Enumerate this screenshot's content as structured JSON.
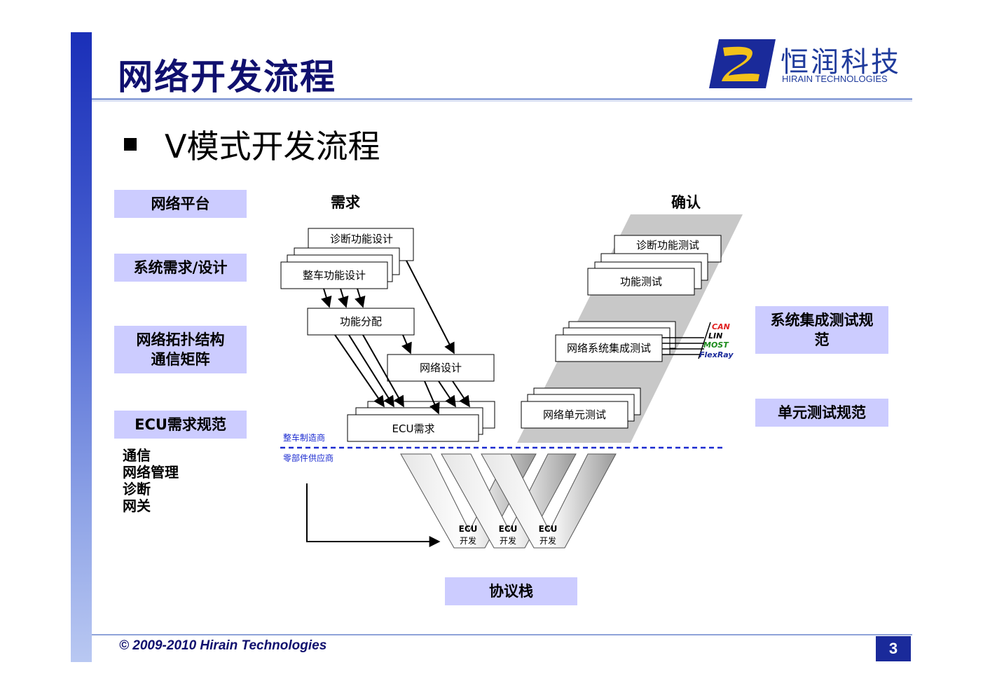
{
  "header": {
    "title": "网络开发流程",
    "subtitle": "V模式开发流程",
    "logo_name": "恒润科技",
    "logo_sub": "HIRAIN TECHNOLOGIES"
  },
  "left_column": {
    "network_platform": "网络平台",
    "system_req_line1": "系统需求/设计",
    "topology_line1": "网络拓扑结构",
    "topology_line2": "通信矩阵",
    "ecu_req_spec": "ECU需求规范",
    "items": [
      "通信",
      "网络管理",
      "诊断",
      "网关"
    ]
  },
  "right_column": {
    "sys_integration_line1": "系统集成测试规",
    "sys_integration_line2": "范",
    "unit_test_spec": "单元测试规范"
  },
  "diagram": {
    "requirements": "需求",
    "validation": "确认",
    "diag_design": "诊断功能设计",
    "vehicle_design": "整车功能设计",
    "function_alloc": "功能分配",
    "network_design": "网络设计",
    "ecu_req": "ECU需求",
    "diag_test": "诊断功能测试",
    "function_test": "功能测试",
    "network_integration_test": "网络系统集成测试",
    "network_unit_test": "网络单元测试",
    "oem": "整车制造商",
    "supplier": "零部件供应商",
    "ecu_label": "ECU",
    "dev_label": "开发",
    "bus_types": [
      "CAN",
      "LIN",
      "MOST",
      "FlexRay"
    ],
    "bus_colors": [
      "#e02020",
      "#000000",
      "#1a8a1a",
      "#1a2a9a"
    ]
  },
  "protocol_stack": "协议栈",
  "footer": {
    "copyright": "© 2009-2010 Hirain Technologies",
    "page": "3"
  }
}
